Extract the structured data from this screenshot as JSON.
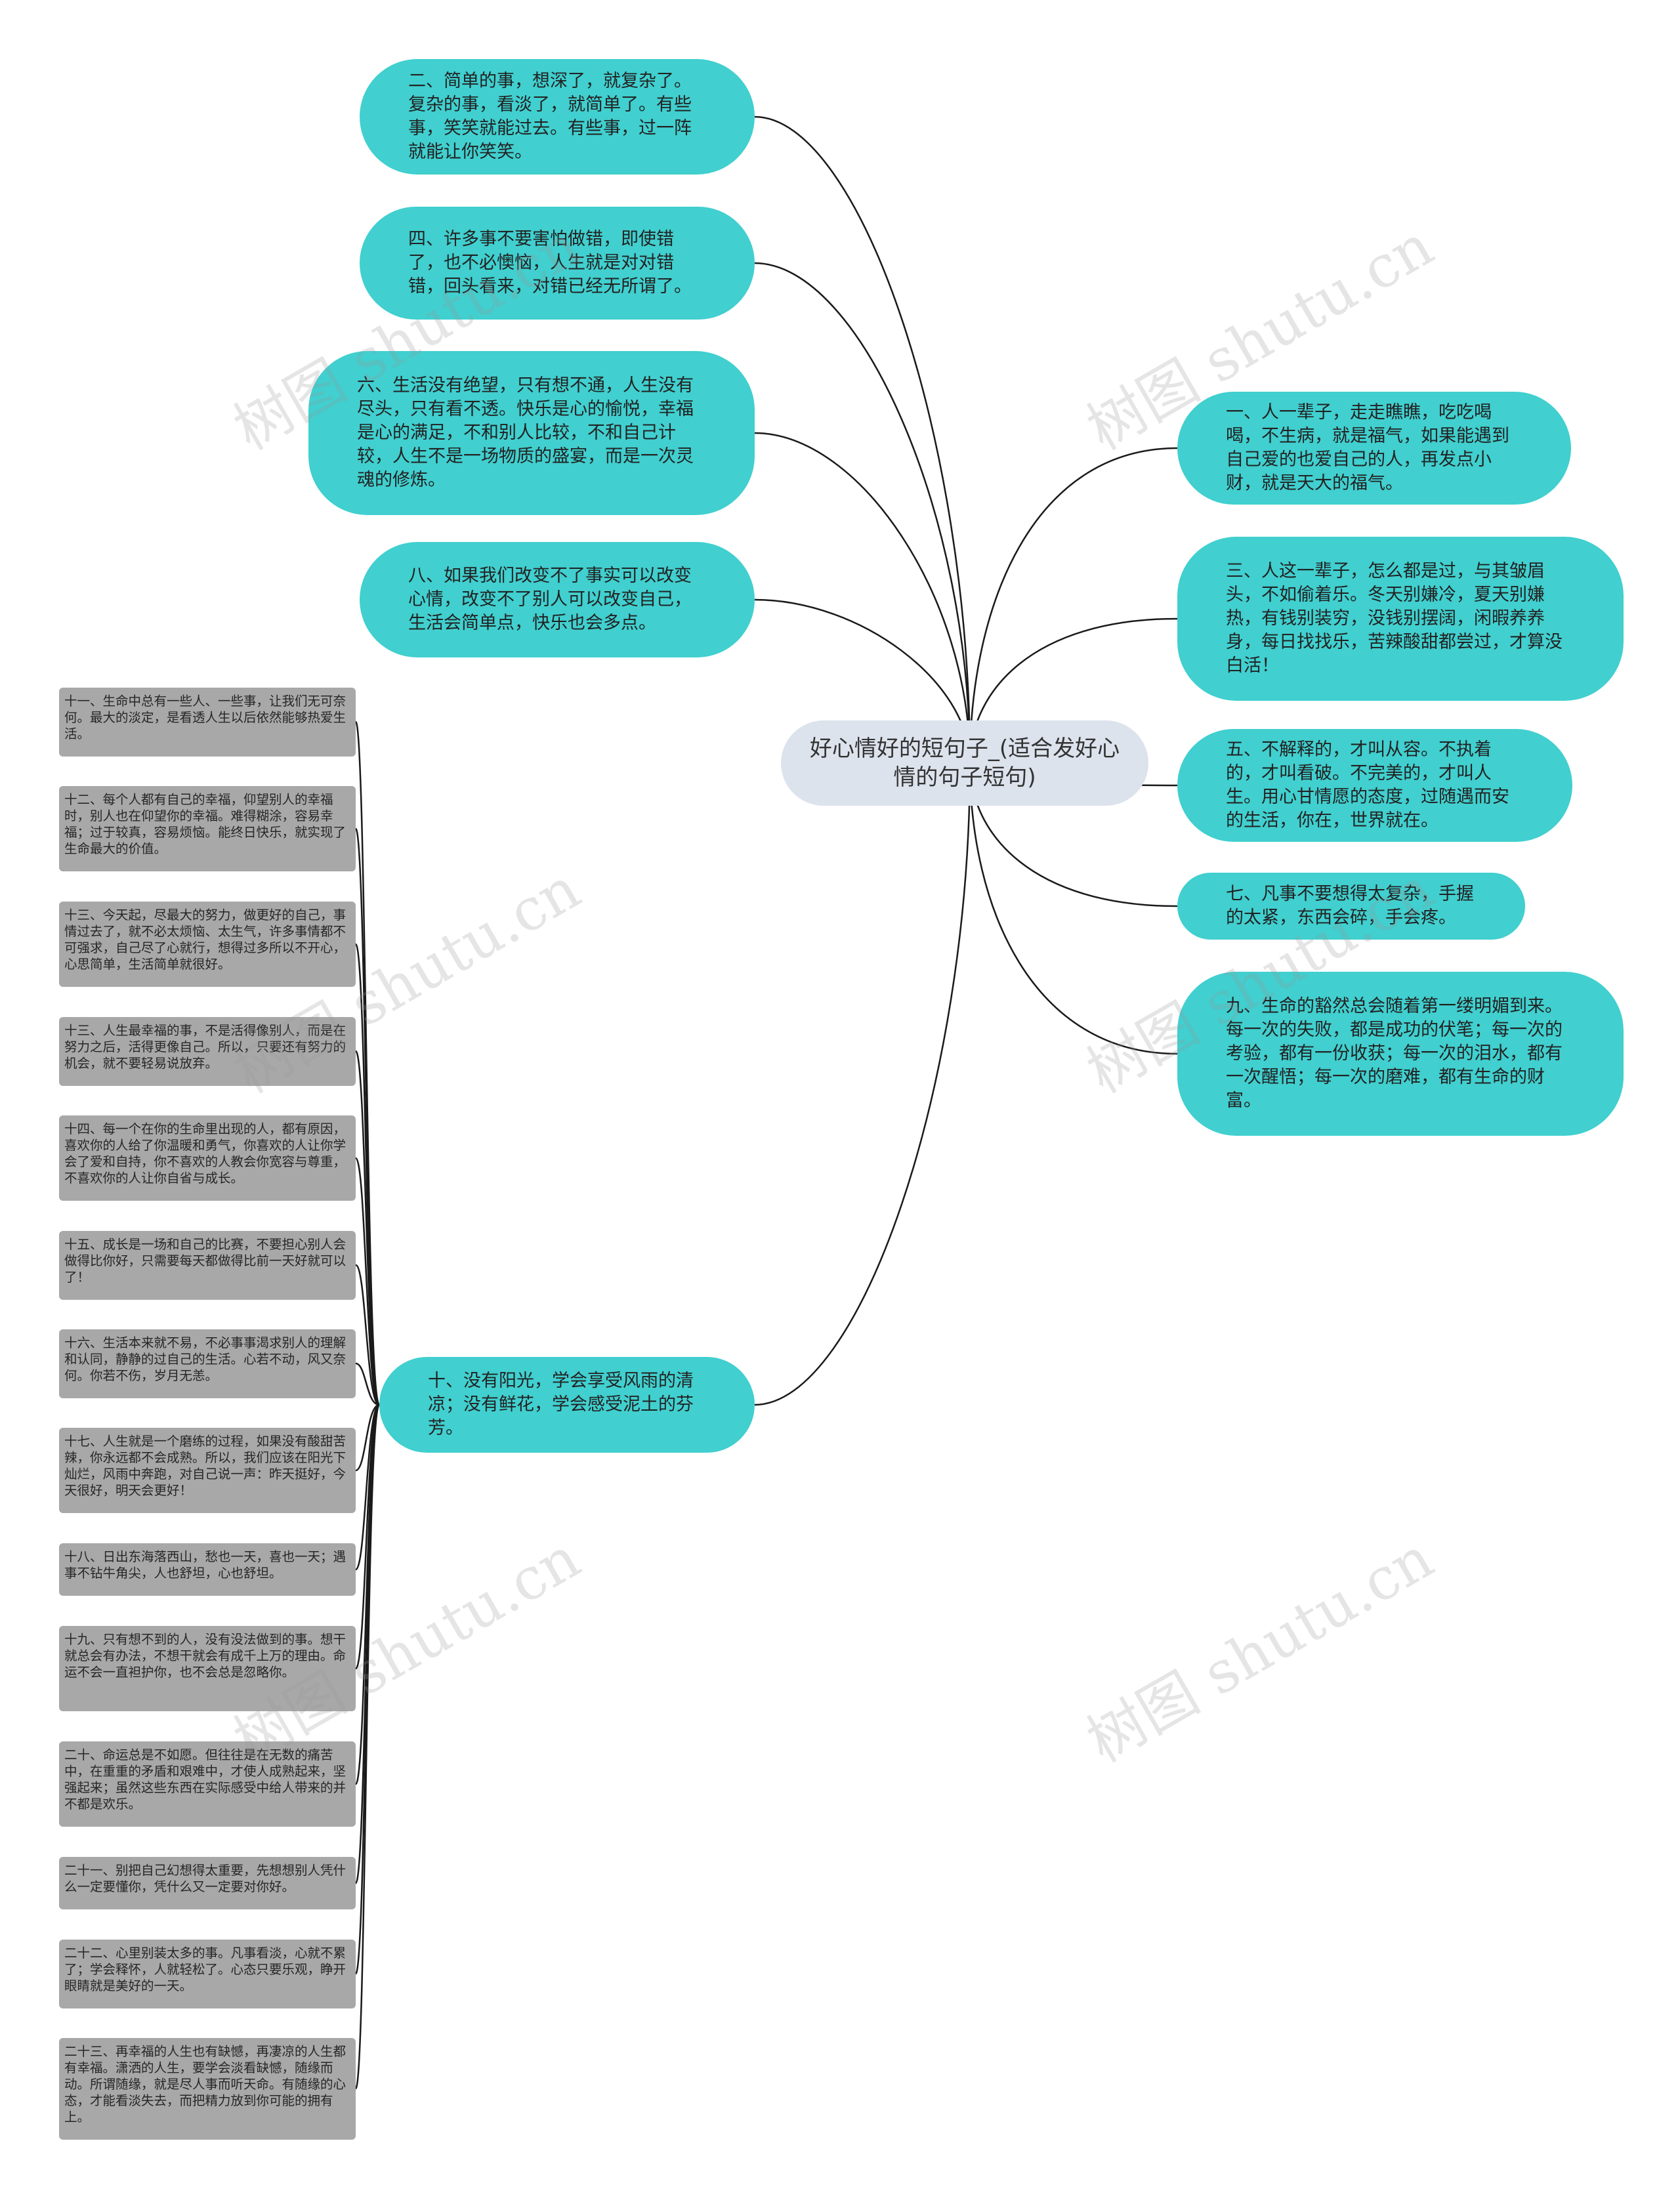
{
  "center": {
    "text": "好心情好的短句子_(适合发好心情的句子短句)"
  },
  "left_nodes": [
    "二、简单的事，想深了，就复杂了。复杂的事，看淡了，就简单了。有些事，笑笑就能过去。有些事，过一阵就能让你笑笑。",
    "四、许多事不要害怕做错，即使错了，也不必懊恼，人生就是对对错错，回头看来，对错已经无所谓了。",
    "六、生活没有绝望，只有想不通，人生没有尽头，只有看不透。快乐是心的愉悦，幸福是心的满足，不和别人比较，不和自己计较，人生不是一场物质的盛宴，而是一次灵魂的修炼。",
    "八、如果我们改变不了事实可以改变心情，改变不了别人可以改变自己，生活会简单点，快乐也会多点。",
    "十、没有阳光，学会享受风雨的清凉；没有鲜花，学会感受泥土的芬芳。"
  ],
  "right_nodes": [
    "一、人一辈子，走走瞧瞧，吃吃喝喝，不生病，就是福气，如果能遇到自己爱的也爱自己的人，再发点小财，就是天大的福气。",
    "三、人这一辈子，怎么都是过，与其皱眉头，不如偷着乐。冬天别嫌冷，夏天别嫌热，有钱别装穷，没钱别摆阔，闲暇养养身，每日找找乐，苦辣酸甜都尝过，才算没白活！",
    "五、不解释的，才叫从容。不执着的，才叫看破。不完美的，才叫人生。用心甘情愿的态度，过随遇而安的生活，你在，世界就在。",
    "七、凡事不要想得太复杂，手握的太紧，东西会碎，手会疼。",
    "九、生命的豁然总会随着第一缕明媚到来。每一次的失败，都是成功的伏笔；每一次的考验，都有一份收获；每一次的泪水，都有一次醒悟；每一次的磨难，都有生命的财富。"
  ],
  "leaves": [
    "十一、生命中总有一些人、一些事，让我们无可奈何。最大的淡定，是看透人生以后依然能够热爱生活。",
    "十二、每个人都有自己的幸福，仰望别人的幸福时，别人也在仰望你的幸福。难得糊涂，容易幸福；过于较真，容易烦恼。能终日快乐，就实现了生命最大的价值。",
    "十三、今天起，尽最大的努力，做更好的自己，事情过去了，就不必太烦恼、太生气，许多事情都不可强求，自己尽了心就行，想得过多所以不开心，心思简单，生活简单就很好。",
    "十三、人生最幸福的事，不是活得像别人，而是在努力之后，活得更像自己。所以，只要还有努力的机会，就不要轻易说放弃。",
    "十四、每一个在你的生命里出现的人，都有原因，喜欢你的人给了你温暖和勇气，你喜欢的人让你学会了爱和自持，你不喜欢的人教会你宽容与尊重，不喜欢你的人让你自省与成长。",
    "十五、成长是一场和自己的比赛，不要担心别人会做得比你好，只需要每天都做得比前一天好就可以了！",
    "十六、生活本来就不易，不必事事渴求别人的理解和认同，静静的过自己的生活。心若不动，风又奈何。你若不伤，岁月无恙。",
    "十七、人生就是一个磨练的过程，如果没有酸甜苦辣，你永远都不会成熟。所以，我们应该在阳光下灿烂，风雨中奔跑，对自己说一声：昨天挺好，今天很好，明天会更好！",
    "十八、日出东海落西山，愁也一天，喜也一天；遇事不钻牛角尖，人也舒坦，心也舒坦。",
    "十九、只有想不到的人，没有没法做到的事。想干就总会有办法，不想干就会有成千上万的理由。命运不会一直袒护你，也不会总是忽略你。",
    "二十、命运总是不如愿。但往往是在无数的痛苦中，在重重的矛盾和艰难中，才使人成熟起来，坚强起来；虽然这些东西在实际感受中给人带来的并不都是欢乐。",
    "二十一、别把自己幻想得太重要，先想想别人凭什么一定要懂你，凭什么又一定要对你好。",
    "二十二、心里别装太多的事。凡事看淡，心就不累了；学会释怀，人就轻松了。心态只要乐观，睁开眼睛就是美好的一天。",
    "二十三、再幸福的人生也有缺憾，再凄凉的人生都有幸福。潇洒的人生，要学会淡看缺憾，随缘而动。所谓随缘，就是尽人事而听天命。有随缘的心态，才能看淡失去，而把精力放到你可能的拥有上。"
  ],
  "watermark": "树图 shutu.cn",
  "colors": {
    "topic": "#41cfcf",
    "center": "#dde3ed",
    "leaf": "#a8a8a8",
    "line": "#1a1a1a"
  }
}
